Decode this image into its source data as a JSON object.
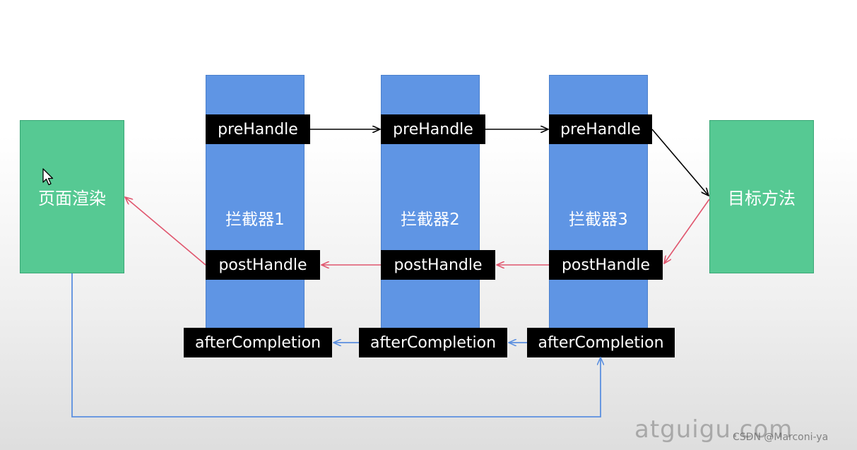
{
  "boxes": {
    "left": "页面渲染",
    "right": "目标方法"
  },
  "interceptors": [
    {
      "label": "拦截器1",
      "pre": "preHandle",
      "post": "postHandle",
      "after": "afterCompletion"
    },
    {
      "label": "拦截器2",
      "pre": "preHandle",
      "post": "postHandle",
      "after": "afterCompletion"
    },
    {
      "label": "拦截器3",
      "pre": "preHandle",
      "post": "postHandle",
      "after": "afterCompletion"
    }
  ],
  "colors": {
    "green_box": "#56c993",
    "blue_column": "#5f95e4",
    "label_bg": "#000000",
    "pre_arrow": "#000000",
    "post_arrow": "#e0566e",
    "after_arrow": "#5b8fdf"
  },
  "watermark": {
    "main": "atguigu.com",
    "sub": "CSDN @Marconi-ya"
  }
}
